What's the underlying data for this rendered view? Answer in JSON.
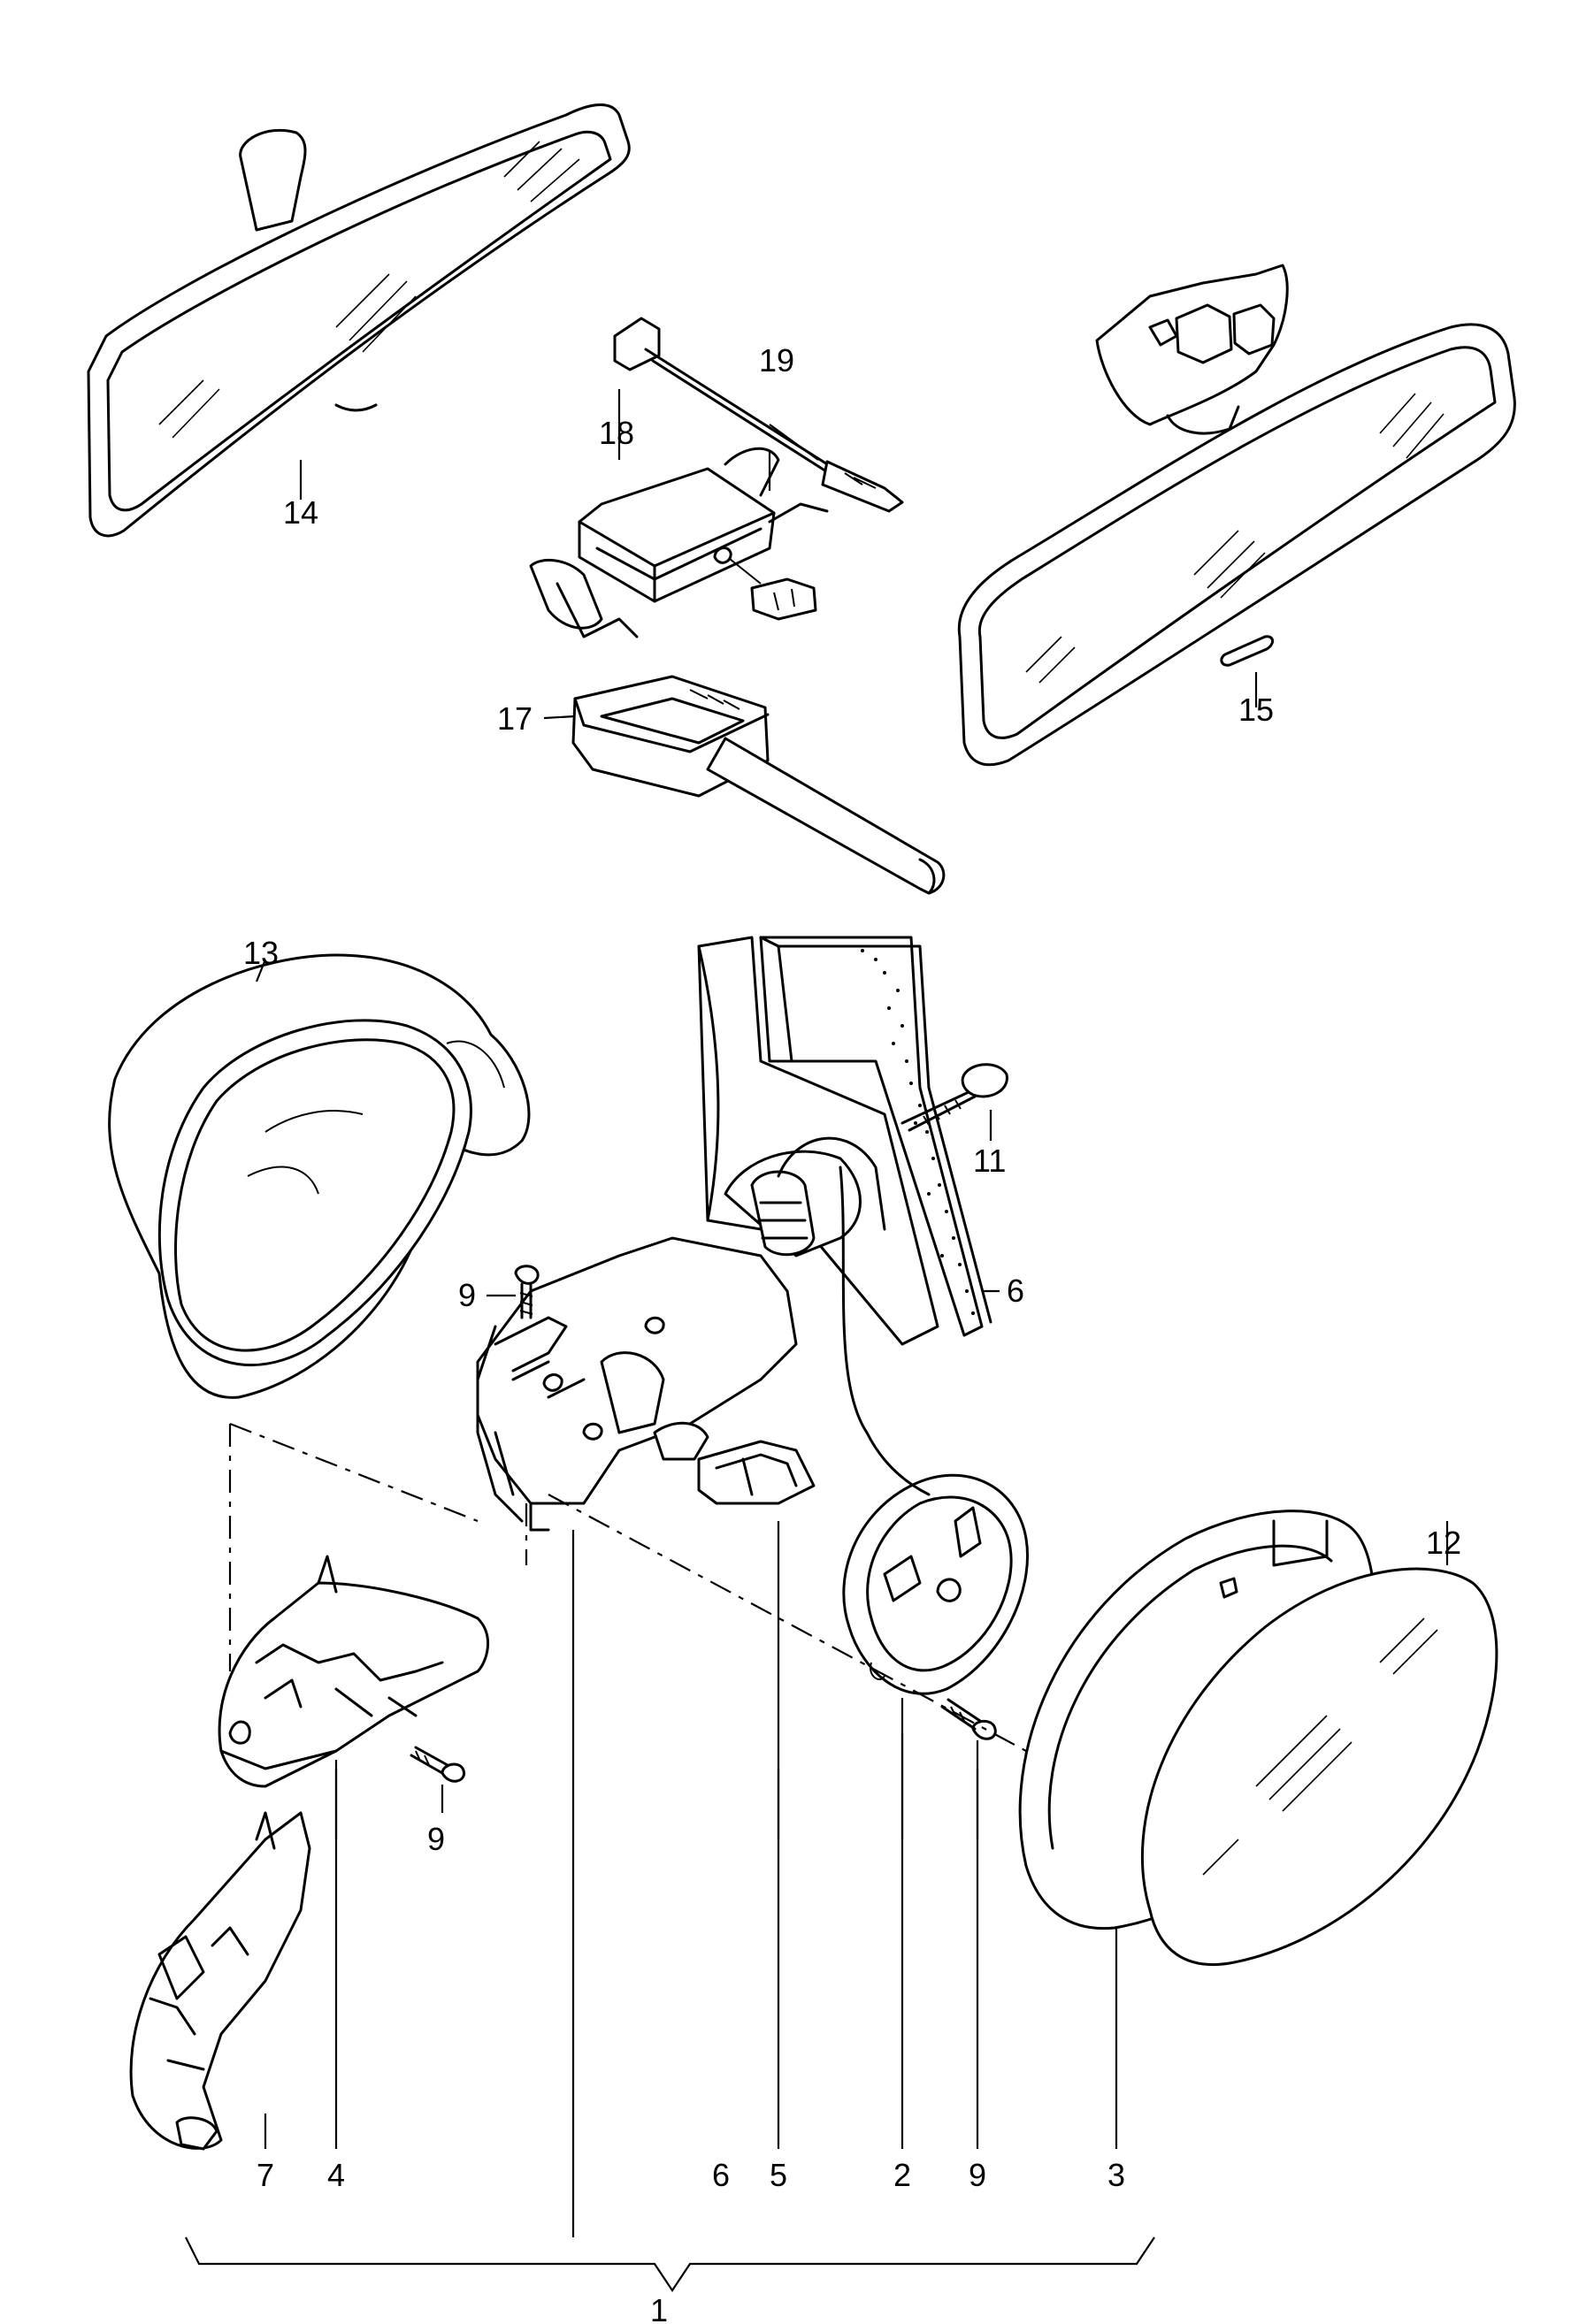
{
  "callouts": {
    "c1": "1",
    "c2": "2",
    "c3": "3",
    "c4": "4",
    "c5": "5",
    "c6_bottom": "6",
    "c6_side": "6",
    "c7": "7",
    "c9_top": "9",
    "c9_mid": "9",
    "c9_bottom": "9",
    "c11": "11",
    "c12": "12",
    "c13": "13",
    "c14": "14",
    "c15": "15",
    "c17": "17",
    "c18": "18",
    "c19": "19"
  }
}
